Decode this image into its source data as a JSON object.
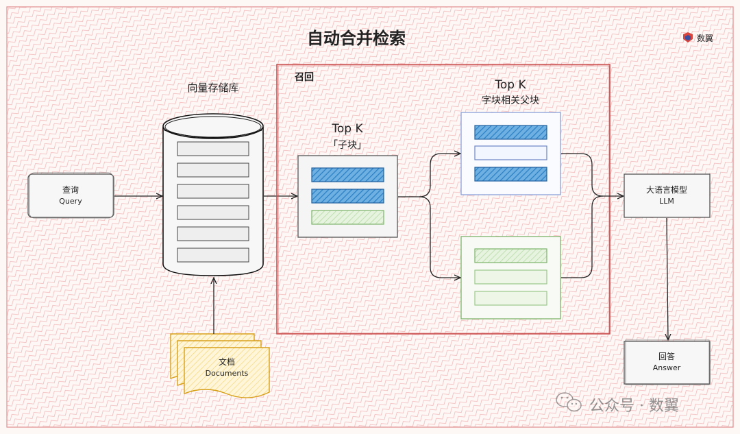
{
  "title": "自动合并检索",
  "brand": {
    "name": "数翼",
    "color": "#3a4fa0"
  },
  "query": {
    "zh": "查询",
    "en": "Query"
  },
  "vector_store": {
    "label": "向量存储库"
  },
  "documents": {
    "zh": "文档",
    "en": "Documents"
  },
  "recall": {
    "label": "召回"
  },
  "child_chunks": {
    "title": "Top K",
    "subtitle": "「子块」"
  },
  "parent_chunks": {
    "title": "Top K",
    "subtitle": "字块相关父块"
  },
  "llm": {
    "zh": "大语言模型",
    "en": "LLM"
  },
  "answer": {
    "zh": "回答",
    "en": "Answer"
  },
  "watermark": {
    "text": "公众号 · 数翼"
  },
  "colors": {
    "hatch": "#f2b8b8",
    "recall_border": "#c94848",
    "blue_fill": "#3d8fd0",
    "blue_stroke": "#1f5f9e",
    "green_stroke": "#7cb46a",
    "doc_yellow": "#f2c032",
    "doc_stroke": "#d8a01a"
  }
}
